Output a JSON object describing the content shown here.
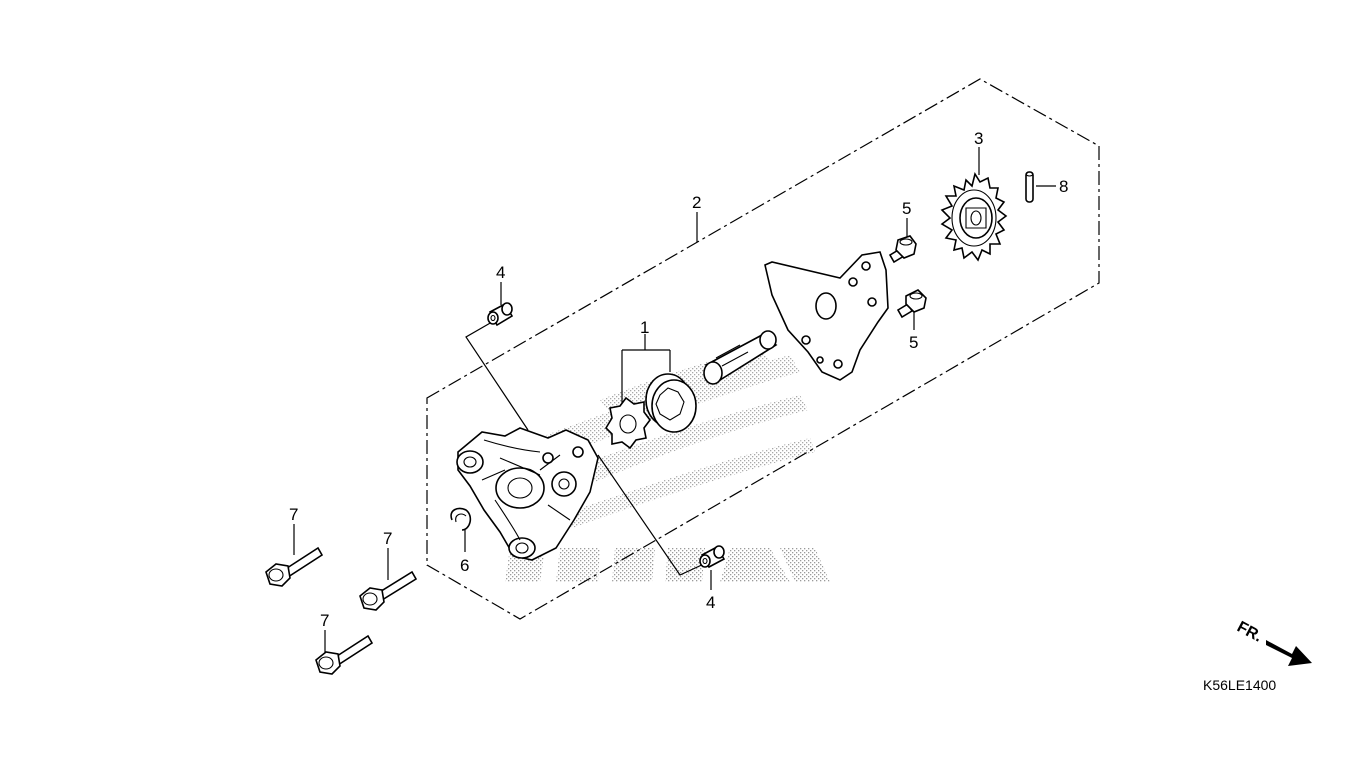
{
  "diagram": {
    "callouts": {
      "c1": "1",
      "c2": "2",
      "c3": "3",
      "c4a": "4",
      "c4b": "4",
      "c5a": "5",
      "c5b": "5",
      "c6": "6",
      "c7a": "7",
      "c7b": "7",
      "c7c": "7",
      "c8": "8"
    },
    "direction_label": "FR.",
    "diagram_code": "K56LE1400"
  },
  "colors": {
    "ink": "#000000",
    "background": "#ffffff",
    "watermark": "#bdbdbd"
  }
}
